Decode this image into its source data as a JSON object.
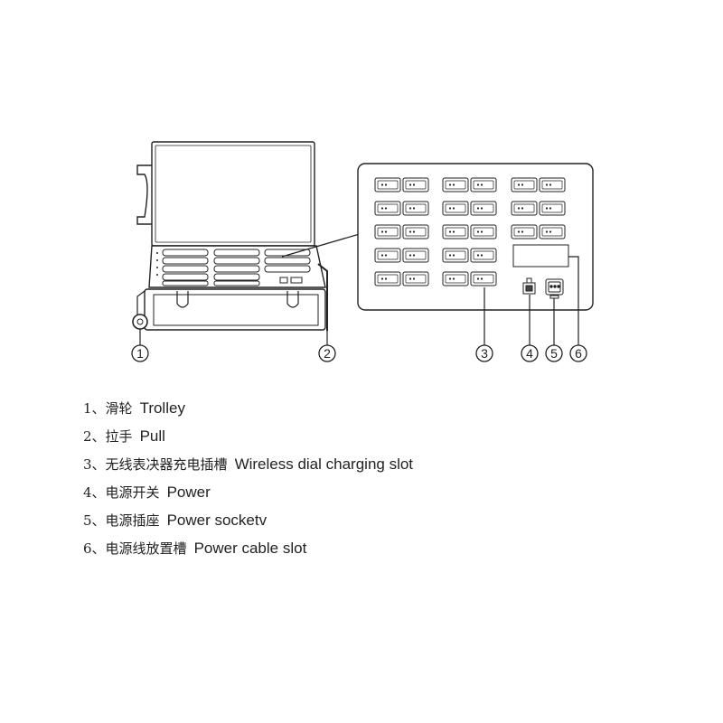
{
  "callouts": [
    "1",
    "2",
    "3",
    "4",
    "5",
    "6"
  ],
  "legend": [
    {
      "num": "1、",
      "cn": "滑轮",
      "en": "Trolley"
    },
    {
      "num": "2、",
      "cn": "拉手",
      "en": "Pull"
    },
    {
      "num": "3、",
      "cn": "无线表决器充电插槽",
      "en": "Wireless dial charging slot"
    },
    {
      "num": "4、",
      "cn": "电源开关",
      "en": "Power"
    },
    {
      "num": "5、",
      "cn": "电源插座",
      "en": "Power socketv"
    },
    {
      "num": "6、",
      "cn": "电源线放置槽",
      "en": "Power cable slot"
    }
  ],
  "slot_grid": {
    "columns": 3,
    "rows_per_column": [
      5,
      5,
      3
    ],
    "slots_per_row": 2
  }
}
